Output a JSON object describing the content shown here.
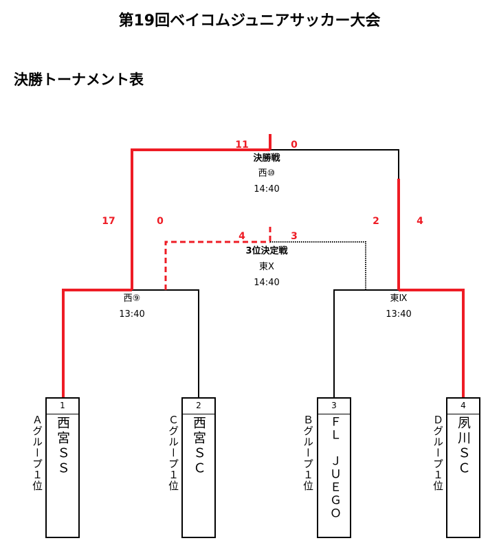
{
  "header": {
    "title": "第19回ベイコムジュニアサッカー大会",
    "subtitle": "決勝トーナメント表"
  },
  "matches": {
    "final": {
      "name": "決勝戦",
      "venue": "西⑩",
      "time": "14:40",
      "score_left": "11",
      "score_right": "0"
    },
    "third_place": {
      "name": "3位決定戦",
      "venue": "東Ⅹ",
      "time": "14:40",
      "score_left": "4",
      "score_right": "3"
    },
    "semi_left": {
      "venue": "西⑨",
      "time": "13:40",
      "score_top": "17",
      "score_bottom": "0"
    },
    "semi_right": {
      "venue": "東Ⅸ",
      "time": "13:40",
      "score_top": "2",
      "score_bottom": "4"
    }
  },
  "teams": [
    {
      "seed": "1",
      "name": "西宮ＳＳ",
      "group": "Ａグループ１位"
    },
    {
      "seed": "2",
      "name": "西宮ＳＣ",
      "group": "Ｃグループ１位"
    },
    {
      "seed": "3",
      "name": "ＦＬ　ＪＵＥＧＯ",
      "group": "Ｂグループ１位"
    },
    {
      "seed": "4",
      "name": "夙川ＳＣ",
      "group": "Ｄグループ１位"
    }
  ],
  "colors": {
    "winner_line": "#ee1c25",
    "loser_line": "#000000",
    "score_text": "#ee1c25"
  }
}
